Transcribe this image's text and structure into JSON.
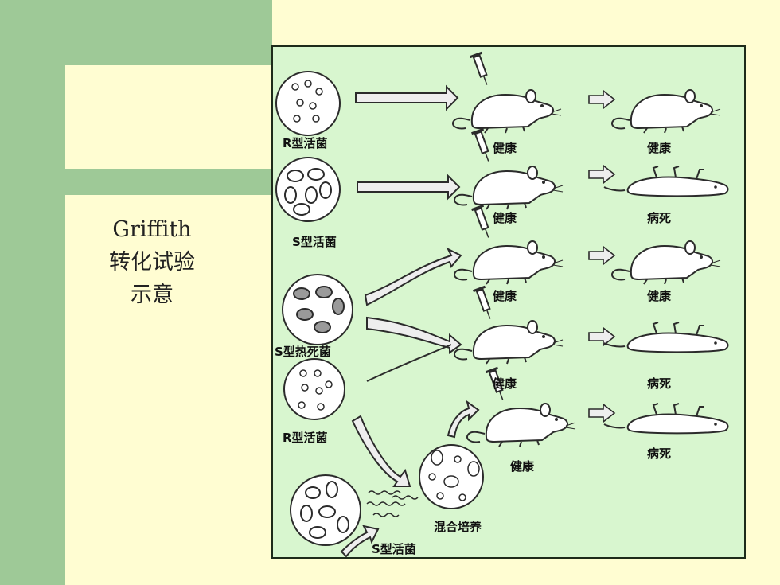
{
  "sidebar": {
    "title_line1": "Griffith",
    "title_line2": "转化试验",
    "title_line3": "示意"
  },
  "diagram": {
    "strains": {
      "r_live_1": "R型活菌",
      "s_live_1": "S型活菌",
      "s_heat_killed": "S型热死菌",
      "r_live_2": "R型活菌",
      "s_live_2": "S型活菌",
      "mix_culture": "混合培养"
    },
    "rows": [
      {
        "injected": "健康",
        "outcome": "健康"
      },
      {
        "injected": "健康",
        "outcome": "病死"
      },
      {
        "injected": "健康",
        "outcome": "健康"
      },
      {
        "injected": "健康",
        "outcome": "病死"
      },
      {
        "injected": "健康",
        "outcome": "病死"
      }
    ],
    "colors": {
      "panel_bg": "#d8f6cf",
      "ink": "#2b2b2b",
      "arrow_fill": "#eeeeee"
    }
  }
}
